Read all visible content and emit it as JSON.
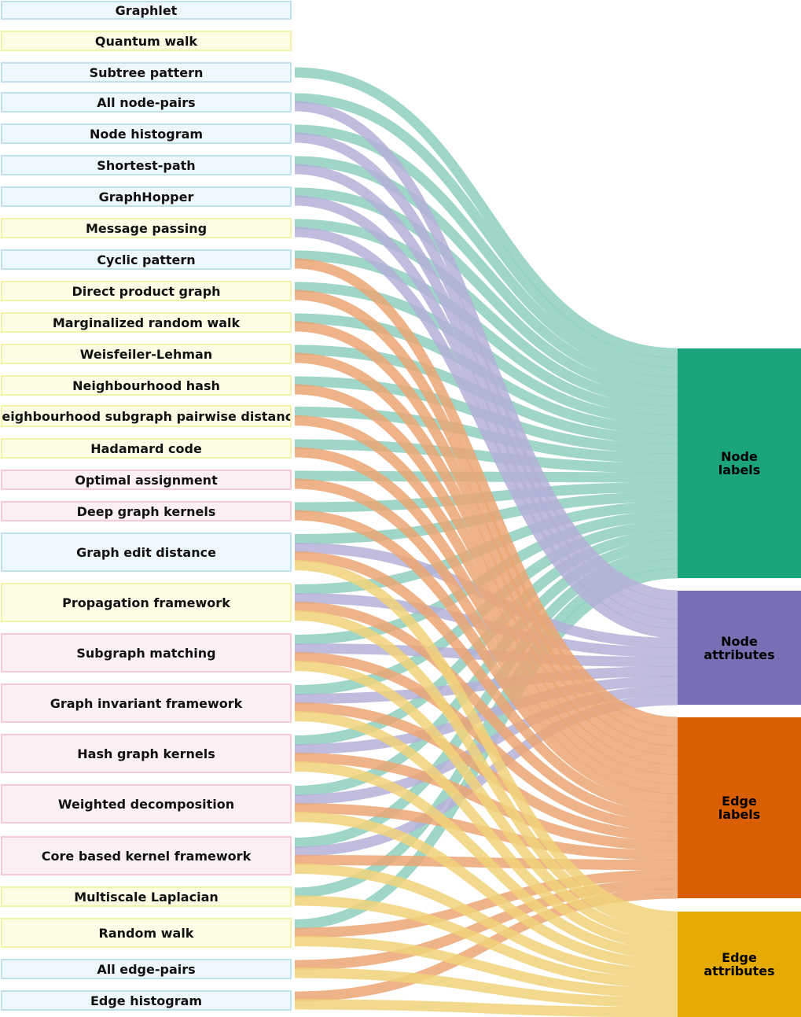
{
  "kernels": [
    {
      "id": "graphlet",
      "label": "Graphlet",
      "group": "blue",
      "props": []
    },
    {
      "id": "quantum-walk",
      "label": "Quantum walk",
      "group": "yellow",
      "props": []
    },
    {
      "id": "subtree-pattern",
      "label": "Subtree pattern",
      "group": "blue",
      "props": [
        "nl"
      ]
    },
    {
      "id": "all-node-pairs",
      "label": "All node-pairs",
      "group": "blue",
      "props": [
        "nl",
        "na"
      ]
    },
    {
      "id": "node-histogram",
      "label": "Node histogram",
      "group": "blue",
      "props": [
        "nl",
        "na"
      ]
    },
    {
      "id": "shortest-path",
      "label": "Shortest-path",
      "group": "blue",
      "props": [
        "nl",
        "na"
      ]
    },
    {
      "id": "graphhopper",
      "label": "GraphHopper",
      "group": "blue",
      "props": [
        "nl",
        "na"
      ]
    },
    {
      "id": "message-passing",
      "label": "Message passing",
      "group": "yellow",
      "props": [
        "nl",
        "na"
      ]
    },
    {
      "id": "cyclic-pattern",
      "label": "Cyclic pattern",
      "group": "blue",
      "props": [
        "nl",
        "el"
      ]
    },
    {
      "id": "direct-product-graph",
      "label": "Direct product graph",
      "group": "yellow",
      "props": [
        "nl",
        "el"
      ]
    },
    {
      "id": "marginalized-random-walk",
      "label": "Marginalized random walk",
      "group": "yellow",
      "props": [
        "nl",
        "el"
      ]
    },
    {
      "id": "weisfeiler-lehman",
      "label": "Weisfeiler-Lehman",
      "group": "yellow",
      "props": [
        "nl",
        "el"
      ]
    },
    {
      "id": "neighbourhood-hash",
      "label": "Neighbourhood hash",
      "group": "yellow",
      "props": [
        "nl",
        "el"
      ]
    },
    {
      "id": "neighbourhood-subgraph-pairwise-distance",
      "label": "Neighbourhood subgraph pairwise distance",
      "group": "yellow",
      "props": [
        "nl",
        "el"
      ]
    },
    {
      "id": "hadamard-code",
      "label": "Hadamard code",
      "group": "yellow",
      "props": [
        "nl",
        "el"
      ]
    },
    {
      "id": "optimal-assignment",
      "label": "Optimal assignment",
      "group": "pink",
      "props": [
        "nl",
        "el"
      ]
    },
    {
      "id": "deep-graph-kernels",
      "label": "Deep graph kernels",
      "group": "pink",
      "props": [
        "nl",
        "el"
      ]
    },
    {
      "id": "graph-edit-distance",
      "label": "Graph edit distance",
      "group": "blue",
      "props": [
        "nl",
        "na",
        "el",
        "ea"
      ]
    },
    {
      "id": "propagation-framework",
      "label": "Propagation framework",
      "group": "yellow",
      "props": [
        "nl",
        "na",
        "el",
        "ea"
      ]
    },
    {
      "id": "subgraph-matching",
      "label": "Subgraph matching",
      "group": "pink",
      "props": [
        "nl",
        "na",
        "el",
        "ea"
      ]
    },
    {
      "id": "graph-invariant-framework",
      "label": "Graph invariant framework",
      "group": "pink",
      "props": [
        "nl",
        "na",
        "el",
        "ea"
      ]
    },
    {
      "id": "hash-graph-kernels",
      "label": "Hash graph kernels",
      "group": "pink",
      "props": [
        "nl",
        "na",
        "el",
        "ea"
      ]
    },
    {
      "id": "weighted-decomposition",
      "label": "Weighted decomposition",
      "group": "pink",
      "props": [
        "nl",
        "na",
        "el",
        "ea"
      ]
    },
    {
      "id": "core-based-kernel-framework",
      "label": "Core based kernel framework",
      "group": "pink",
      "props": [
        "nl",
        "na",
        "el",
        "ea"
      ]
    },
    {
      "id": "multiscale-laplacian",
      "label": "Multiscale Laplacian",
      "group": "yellow",
      "props": [
        "nl",
        "ea"
      ]
    },
    {
      "id": "random-walk",
      "label": "Random walk",
      "group": "yellow",
      "props": [
        "nl",
        "el",
        "ea"
      ]
    },
    {
      "id": "all-edge-pairs",
      "label": "All edge-pairs",
      "group": "blue",
      "props": [
        "el",
        "ea"
      ]
    },
    {
      "id": "edge-histogram",
      "label": "Edge histogram",
      "group": "blue",
      "props": [
        "el",
        "ea"
      ]
    }
  ],
  "targets": [
    {
      "id": "nl",
      "label": "Node\nlabels",
      "color": "#1ba37c",
      "flow_color": "#8ecfbd"
    },
    {
      "id": "na",
      "label": "Node\nattributes",
      "color": "#7570b3",
      "flow_color": "#b4b0d8"
    },
    {
      "id": "el",
      "label": "Edge\nlabels",
      "color": "#d95f02",
      "flow_color": "#eba673"
    },
    {
      "id": "ea",
      "label": "Edge\nattributes",
      "color": "#e6ab02",
      "flow_color": "#f1d27a"
    }
  ]
}
